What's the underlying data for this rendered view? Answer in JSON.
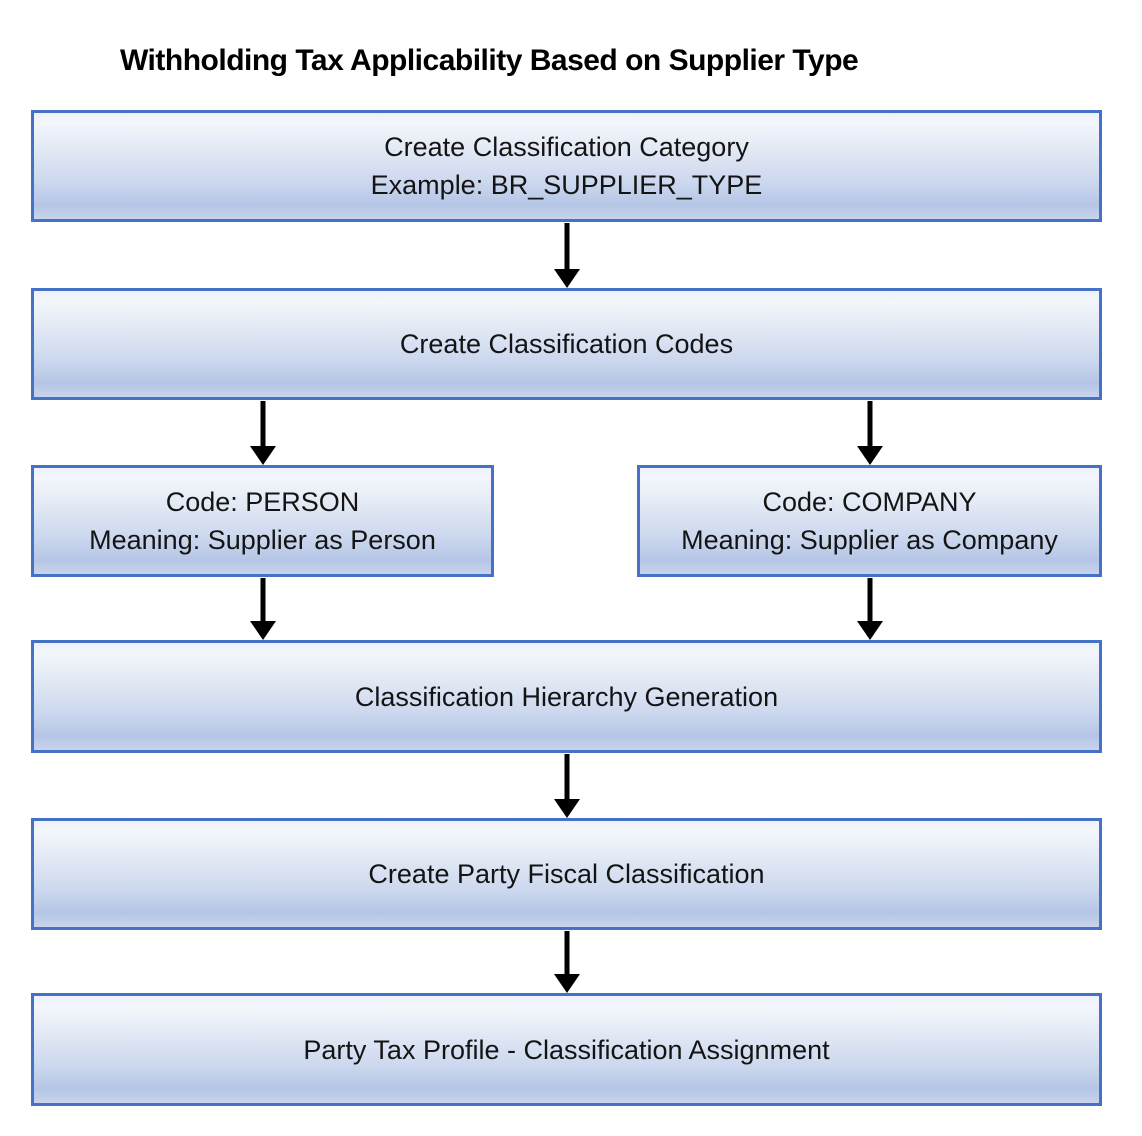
{
  "title": "Withholding Tax Applicability Based on Supplier Type",
  "colors": {
    "box_border": "#4472c4",
    "box_fill_top": "#eef2f9",
    "box_fill_bottom": "#b4c5e5",
    "arrow": "#000000",
    "text": "#141414",
    "title_text": "#000000",
    "background": "#ffffff"
  },
  "nodes": [
    {
      "id": "create-classification-category",
      "lines": [
        "Create Classification Category",
        "Example: BR_SUPPLIER_TYPE"
      ]
    },
    {
      "id": "create-classification-codes",
      "lines": [
        "Create Classification Codes"
      ]
    },
    {
      "id": "code-person",
      "lines": [
        "Code: PERSON",
        "Meaning: Supplier as Person"
      ]
    },
    {
      "id": "code-company",
      "lines": [
        "Code: COMPANY",
        "Meaning: Supplier as Company"
      ]
    },
    {
      "id": "classification-hierarchy-generation",
      "lines": [
        "Classification Hierarchy Generation"
      ]
    },
    {
      "id": "create-party-fiscal-classification",
      "lines": [
        "Create Party Fiscal Classification"
      ]
    },
    {
      "id": "party-tax-profile-classification-assignment",
      "lines": [
        "Party Tax Profile - Classification Assignment"
      ]
    }
  ],
  "edges": [
    {
      "from": "create-classification-category",
      "to": "create-classification-codes"
    },
    {
      "from": "create-classification-codes",
      "to": "code-person"
    },
    {
      "from": "create-classification-codes",
      "to": "code-company"
    },
    {
      "from": "code-person",
      "to": "classification-hierarchy-generation"
    },
    {
      "from": "code-company",
      "to": "classification-hierarchy-generation"
    },
    {
      "from": "classification-hierarchy-generation",
      "to": "create-party-fiscal-classification"
    },
    {
      "from": "create-party-fiscal-classification",
      "to": "party-tax-profile-classification-assignment"
    }
  ]
}
